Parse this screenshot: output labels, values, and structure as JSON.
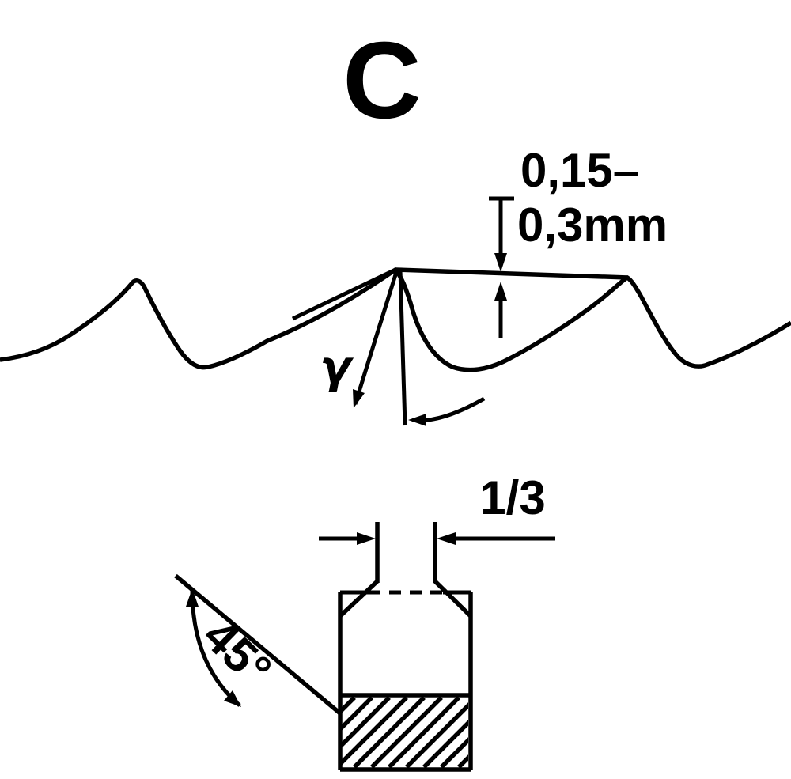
{
  "diagram": {
    "tooth_form_label": "C",
    "side_view": {
      "height_offset_line1": "0,15–",
      "height_offset_line2": "0,3mm",
      "rake_angle_symbol": "γ"
    },
    "front_view": {
      "tip_width_fraction": "1/3",
      "chamfer_angle": "45°"
    }
  },
  "colors": {
    "ink": "#000000",
    "background": "#ffffff"
  }
}
